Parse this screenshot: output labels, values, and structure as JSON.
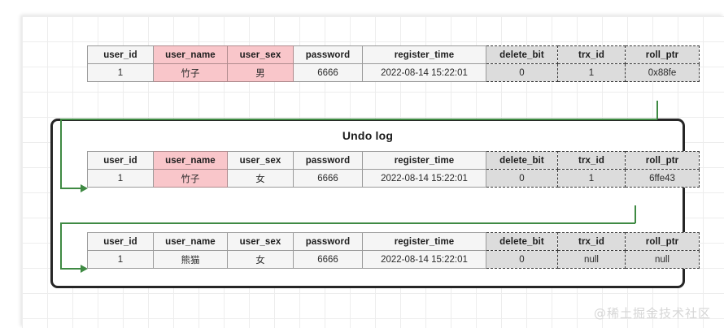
{
  "diagram": {
    "title": "Undo log",
    "watermark": "@稀土掘金技术社区",
    "accent_color": "#3f8a43",
    "highlight_color": "#f9c6ca",
    "system_column_color": "#dcdcdc",
    "cell_color": "#f5f5f5",
    "border_color": "#262626"
  },
  "columns": [
    {
      "key": "user_id",
      "label": "user_id",
      "system": false
    },
    {
      "key": "user_name",
      "label": "user_name",
      "system": false
    },
    {
      "key": "user_sex",
      "label": "user_sex",
      "system": false
    },
    {
      "key": "password",
      "label": "password",
      "system": false
    },
    {
      "key": "register_time",
      "label": "register_time",
      "system": false
    },
    {
      "key": "delete_bit",
      "label": "delete_bit",
      "system": true
    },
    {
      "key": "trx_id",
      "label": "trx_id",
      "system": true
    },
    {
      "key": "roll_ptr",
      "label": "roll_ptr",
      "system": true
    }
  ],
  "records": [
    {
      "name": "current-record",
      "headers": [
        "user_id",
        "user_name",
        "user_sex",
        "password",
        "register_time",
        "delete_bit",
        "trx_id",
        "roll_ptr"
      ],
      "values": [
        "1",
        "竹子",
        "男",
        "6666",
        "2022-08-14 15:22:01",
        "0",
        "1",
        "0x88fe"
      ],
      "highlighted": [
        "user_name",
        "user_sex"
      ]
    },
    {
      "name": "undo-version-1",
      "headers": [
        "user_id",
        "user_name",
        "user_sex",
        "password",
        "register_time",
        "delete_bit",
        "trx_id",
        "roll_ptr"
      ],
      "values": [
        "1",
        "竹子",
        "女",
        "6666",
        "2022-08-14 15:22:01",
        "0",
        "1",
        "6ffe43"
      ],
      "highlighted": [
        "user_name"
      ]
    },
    {
      "name": "undo-version-2",
      "headers": [
        "user_id",
        "user_name",
        "user_sex",
        "password",
        "register_time",
        "delete_bit",
        "trx_id",
        "roll_ptr"
      ],
      "values": [
        "1",
        "熊猫",
        "女",
        "6666",
        "2022-08-14 15:22:01",
        "0",
        "null",
        "null"
      ],
      "highlighted": []
    }
  ],
  "t0": {
    "h": {
      "user_id": "user_id",
      "user_name": "user_name",
      "user_sex": "user_sex",
      "password": "password",
      "register_time": "register_time",
      "delete_bit": "delete_bit",
      "trx_id": "trx_id",
      "roll_ptr": "roll_ptr"
    },
    "v": {
      "user_id": "1",
      "user_name": "竹子",
      "user_sex": "男",
      "password": "6666",
      "register_time": "2022-08-14 15:22:01",
      "delete_bit": "0",
      "trx_id": "1",
      "roll_ptr": "0x88fe"
    }
  },
  "t1": {
    "h": {
      "user_id": "user_id",
      "user_name": "user_name",
      "user_sex": "user_sex",
      "password": "password",
      "register_time": "register_time",
      "delete_bit": "delete_bit",
      "trx_id": "trx_id",
      "roll_ptr": "roll_ptr"
    },
    "v": {
      "user_id": "1",
      "user_name": "竹子",
      "user_sex": "女",
      "password": "6666",
      "register_time": "2022-08-14 15:22:01",
      "delete_bit": "0",
      "trx_id": "1",
      "roll_ptr": "6ffe43"
    }
  },
  "t2": {
    "h": {
      "user_id": "user_id",
      "user_name": "user_name",
      "user_sex": "user_sex",
      "password": "password",
      "register_time": "register_time",
      "delete_bit": "delete_bit",
      "trx_id": "trx_id",
      "roll_ptr": "roll_ptr"
    },
    "v": {
      "user_id": "1",
      "user_name": "熊猫",
      "user_sex": "女",
      "password": "6666",
      "register_time": "2022-08-14 15:22:01",
      "delete_bit": "0",
      "trx_id": "null",
      "roll_ptr": "null"
    }
  }
}
